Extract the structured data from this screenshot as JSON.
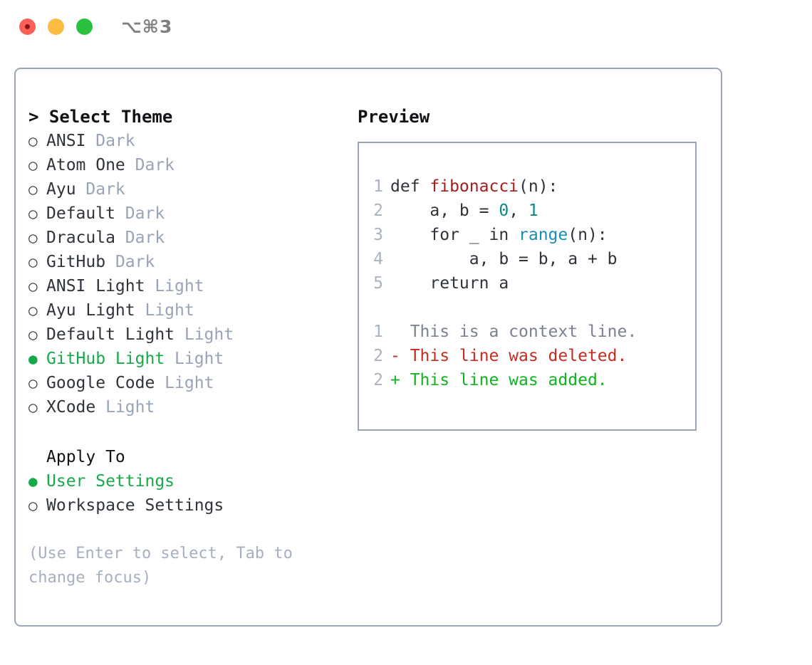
{
  "titlebar": {
    "shortcut": "⌥⌘3",
    "lights": [
      "close",
      "minimize",
      "zoom"
    ]
  },
  "left": {
    "heading": "> Select Theme",
    "themes": [
      {
        "bullet": "○",
        "name": "ANSI",
        "badge": "Dark",
        "selected": false
      },
      {
        "bullet": "○",
        "name": "Atom One",
        "badge": "Dark",
        "selected": false
      },
      {
        "bullet": "○",
        "name": "Ayu",
        "badge": "Dark",
        "selected": false
      },
      {
        "bullet": "○",
        "name": "Default",
        "badge": "Dark",
        "selected": false
      },
      {
        "bullet": "○",
        "name": "Dracula",
        "badge": "Dark",
        "selected": false
      },
      {
        "bullet": "○",
        "name": "GitHub",
        "badge": "Dark",
        "selected": false
      },
      {
        "bullet": "○",
        "name": "ANSI Light",
        "badge": "Light",
        "selected": false
      },
      {
        "bullet": "○",
        "name": "Ayu Light",
        "badge": "Light",
        "selected": false
      },
      {
        "bullet": "○",
        "name": "Default Light",
        "badge": "Light",
        "selected": false
      },
      {
        "bullet": "●",
        "name": "GitHub Light",
        "badge": "Light",
        "selected": true
      },
      {
        "bullet": "○",
        "name": "Google Code",
        "badge": "Light",
        "selected": false
      },
      {
        "bullet": "○",
        "name": "XCode",
        "badge": "Light",
        "selected": false
      }
    ],
    "apply_to_heading": "Apply To",
    "apply_to": [
      {
        "bullet": "●",
        "name": "User Settings",
        "badge": "",
        "selected": true
      },
      {
        "bullet": "○",
        "name": "Workspace Settings",
        "badge": "",
        "selected": false
      }
    ],
    "hint": "(Use Enter to select, Tab to change focus)"
  },
  "right": {
    "heading": "Preview",
    "code_lines": [
      {
        "no": "1",
        "parts": [
          {
            "t": "def ",
            "c": "plain"
          },
          {
            "t": "fibonacci",
            "c": "fn"
          },
          {
            "t": "(n):",
            "c": "plain"
          }
        ]
      },
      {
        "no": "2",
        "parts": [
          {
            "t": "    a, b = ",
            "c": "plain"
          },
          {
            "t": "0",
            "c": "num"
          },
          {
            "t": ", ",
            "c": "plain"
          },
          {
            "t": "1",
            "c": "num"
          }
        ]
      },
      {
        "no": "3",
        "parts": [
          {
            "t": "    for _ in ",
            "c": "plain"
          },
          {
            "t": "range",
            "c": "call"
          },
          {
            "t": "(n):",
            "c": "plain"
          }
        ]
      },
      {
        "no": "4",
        "parts": [
          {
            "t": "        a, b = b, a + b",
            "c": "plain"
          }
        ]
      },
      {
        "no": "5",
        "parts": [
          {
            "t": "    return a",
            "c": "plain"
          }
        ]
      }
    ],
    "diff_lines": [
      {
        "no": "1",
        "text": "  This is a context line.",
        "kind": "ctx"
      },
      {
        "no": "2",
        "text": "- This line was deleted.",
        "kind": "del"
      },
      {
        "no": "2",
        "text": "+ This line was added.",
        "kind": "add"
      }
    ]
  },
  "colors": {
    "accent_green": "#17a84a",
    "badge_gray": "#98a4b6",
    "border": "#9aa5b5",
    "token_function": "#a81c1c",
    "token_number": "#0d8a80",
    "token_call": "#1a8cb8",
    "diff_deleted": "#c52b1f",
    "diff_added": "#12b221",
    "diff_context": "#7b8290"
  }
}
